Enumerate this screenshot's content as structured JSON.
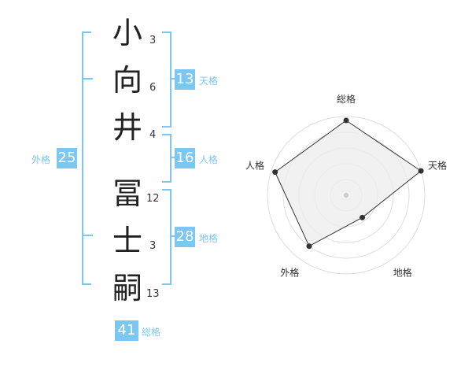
{
  "name_chars": [
    {
      "char": "小",
      "strokes": "3"
    },
    {
      "char": "向",
      "strokes": "6"
    },
    {
      "char": "井",
      "strokes": "4"
    },
    {
      "char": "冨",
      "strokes": "12"
    },
    {
      "char": "士",
      "strokes": "3"
    },
    {
      "char": "嗣",
      "strokes": "13"
    }
  ],
  "kakusu": {
    "tenkaku": {
      "value": "13",
      "label": "天格"
    },
    "jinkaku": {
      "value": "16",
      "label": "人格"
    },
    "chikaku": {
      "value": "28",
      "label": "地格"
    },
    "gaikaku": {
      "value": "25",
      "label": "外格"
    },
    "soukaku": {
      "value": "41",
      "label": "総格"
    }
  },
  "chart_data": {
    "type": "radar",
    "axes": [
      "総格",
      "天格",
      "地格",
      "外格",
      "人格"
    ],
    "values": [
      0.95,
      1.0,
      0.35,
      0.8,
      0.95
    ],
    "range": [
      0,
      1
    ],
    "rings": 5,
    "colors": {
      "fill": "#eeeeee",
      "stroke": "#333333",
      "ring": "#dddddd",
      "point": "#333333",
      "center": "#cccccc"
    }
  }
}
